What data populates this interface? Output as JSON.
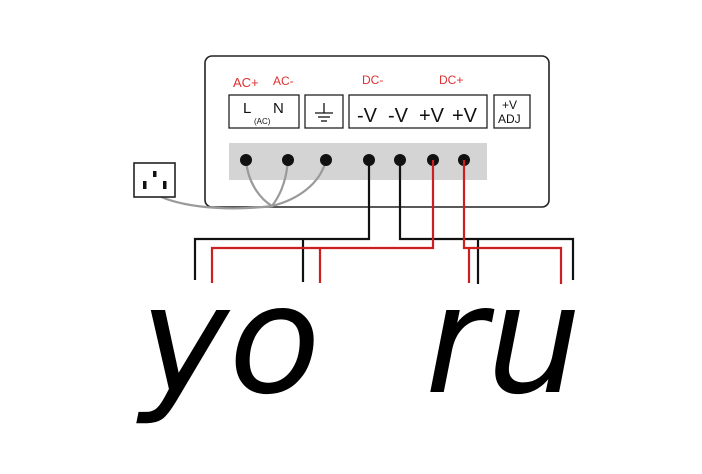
{
  "psu": {
    "labels_red": {
      "ac_plus": "AC+",
      "ac_minus": "AC-",
      "dc_minus": "DC-",
      "dc_plus": "DC+"
    },
    "input_box": {
      "l": "L",
      "n": "N",
      "ac": "(AC)"
    },
    "outputs": [
      "-V",
      "-V",
      "+V",
      "+V"
    ],
    "adj": {
      "top": "+V",
      "bottom": "ADJ"
    }
  },
  "handwriting": {
    "left": "yo",
    "right": "ru"
  },
  "colors": {
    "red_wire": "#cc1f1f",
    "black_wire": "#111111",
    "ac_wire": "#9a9a9a",
    "terminal_strip": "#d4d4d4",
    "label_red": "#e03030"
  },
  "icons": [
    "outlet-icon",
    "ground-icon"
  ]
}
